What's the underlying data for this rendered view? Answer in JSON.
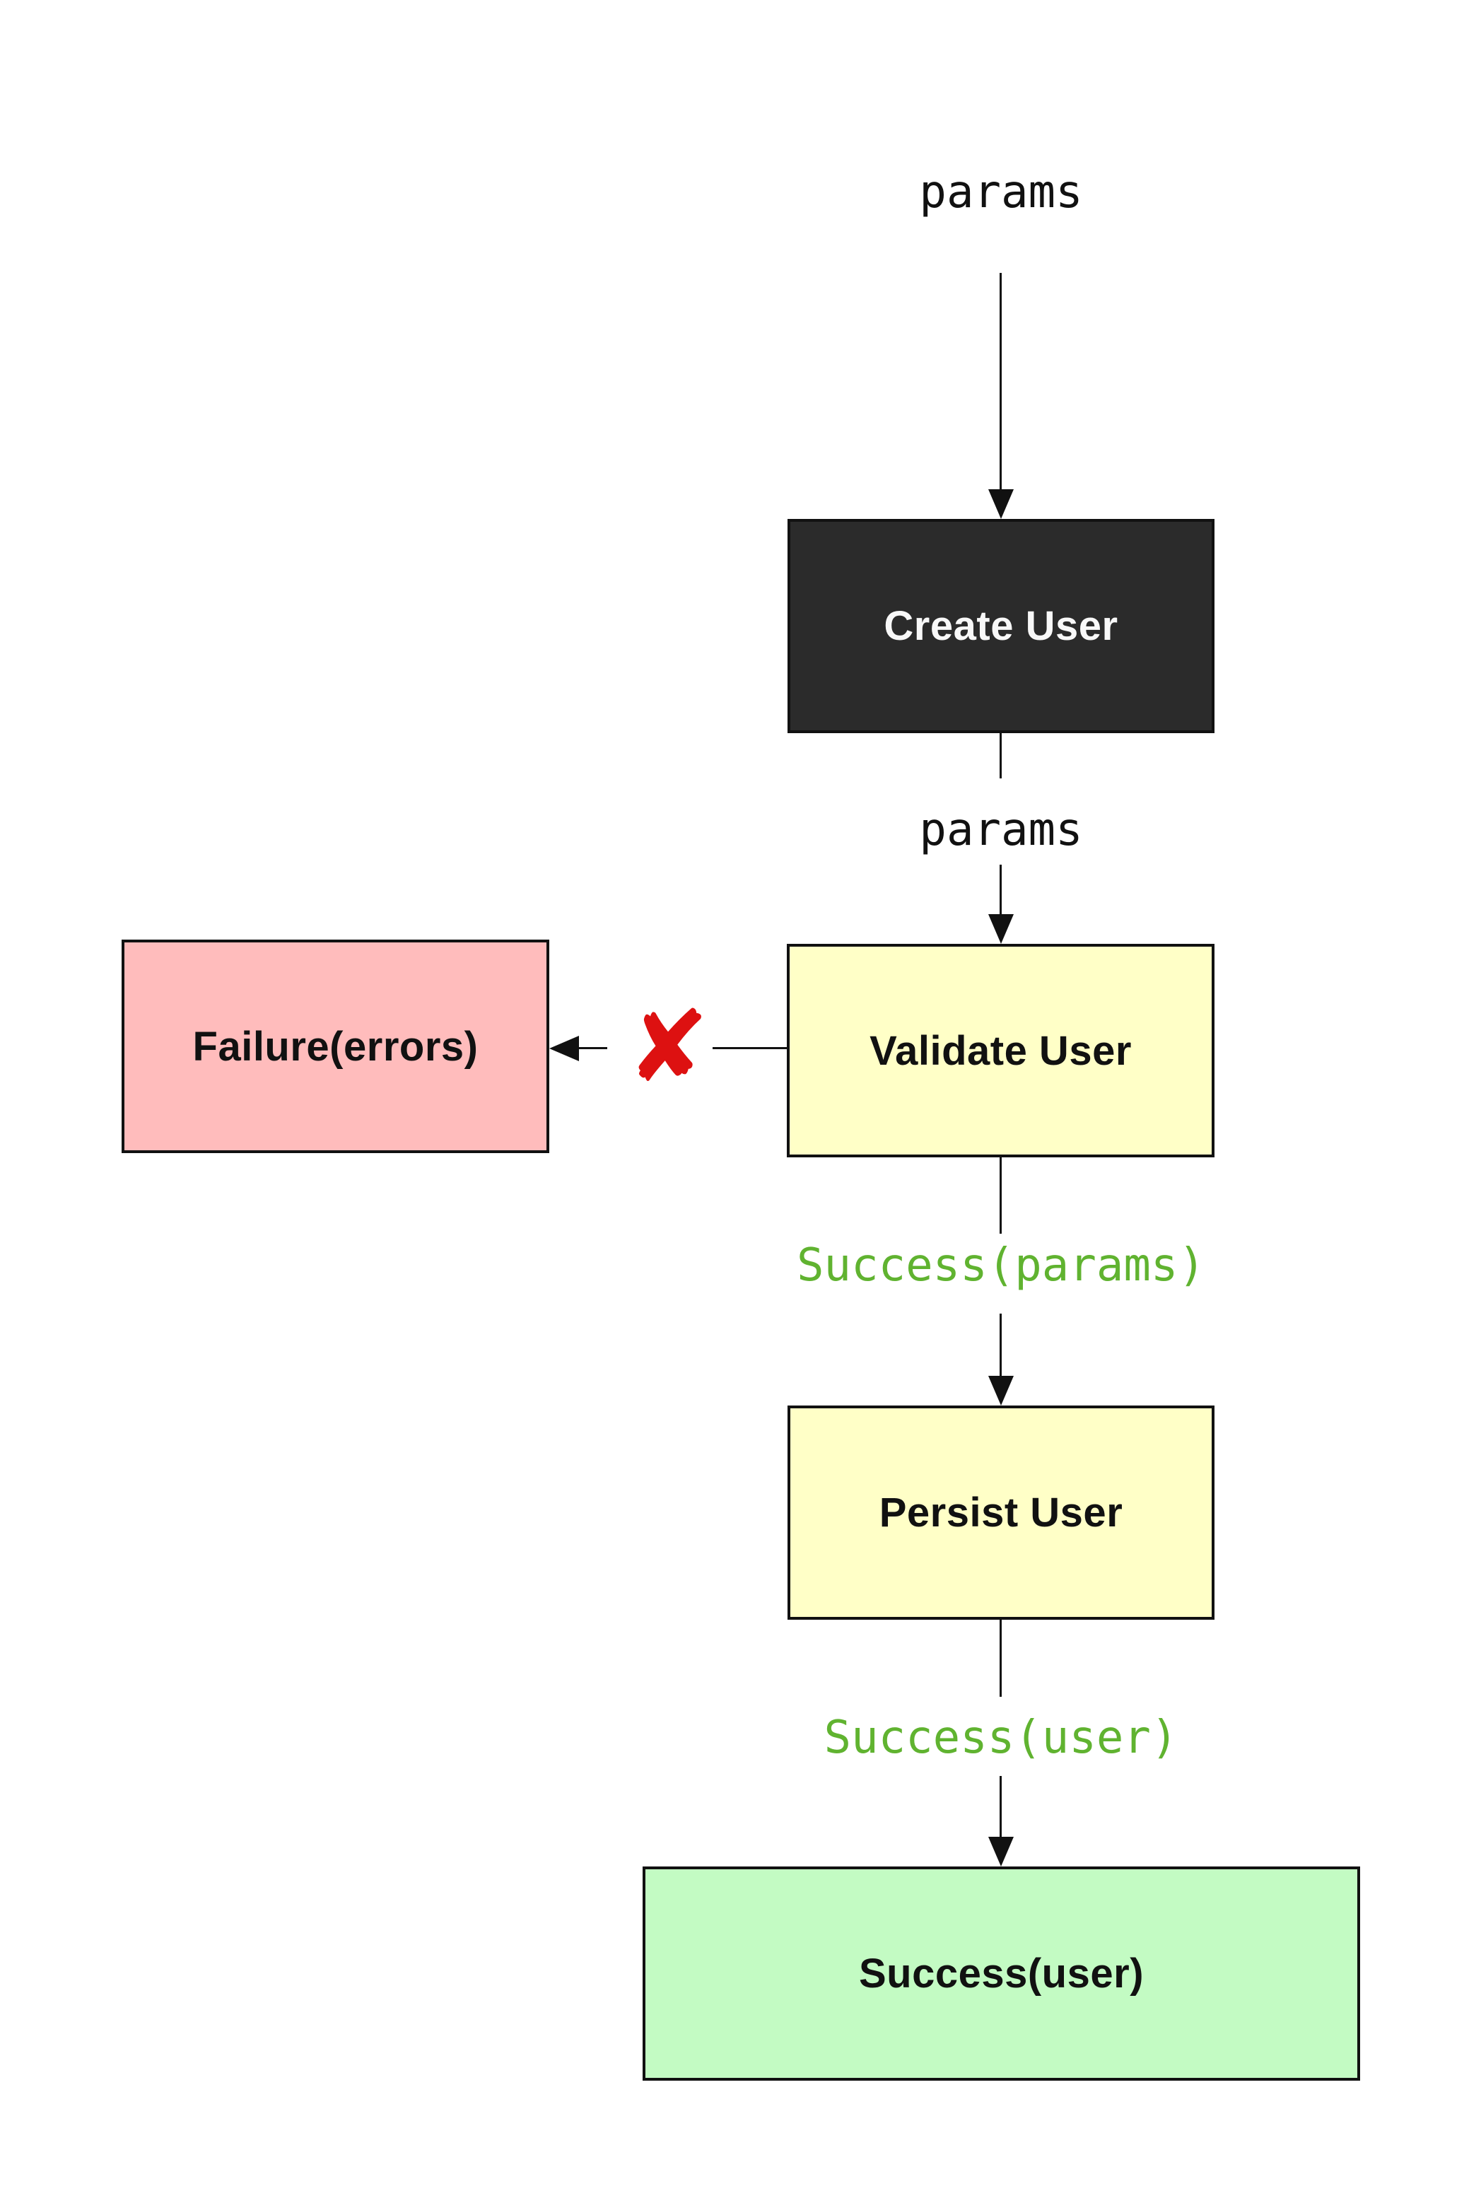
{
  "diagram": {
    "type": "flowchart",
    "background": "#ffffff",
    "edge_color": "#111111",
    "nodes": {
      "create": {
        "label": "Create User",
        "bg": "#2b2b2b",
        "text_color": "#f8f8f8"
      },
      "validate": {
        "label": "Validate User",
        "bg": "#ffffc7",
        "text_color": "#111111"
      },
      "failure": {
        "label": "Failure(errors)",
        "bg": "#ffbcbc",
        "text_color": "#111111"
      },
      "persist": {
        "label": "Persist User",
        "bg": "#ffffc7",
        "text_color": "#111111"
      },
      "success": {
        "label": "Success(user)",
        "bg": "#c3fbc3",
        "text_color": "#111111"
      }
    },
    "edge_labels": {
      "params_top": {
        "text": "params",
        "color": "#111111"
      },
      "params_mid": {
        "text": "params",
        "color": "#111111"
      },
      "success_params": {
        "text": "Success(params)",
        "color": "#60b330"
      },
      "success_user": {
        "text": "Success(user)",
        "color": "#60b330"
      }
    },
    "icons": {
      "reject_x": "✘",
      "reject_x_color": "#dd1111"
    }
  }
}
